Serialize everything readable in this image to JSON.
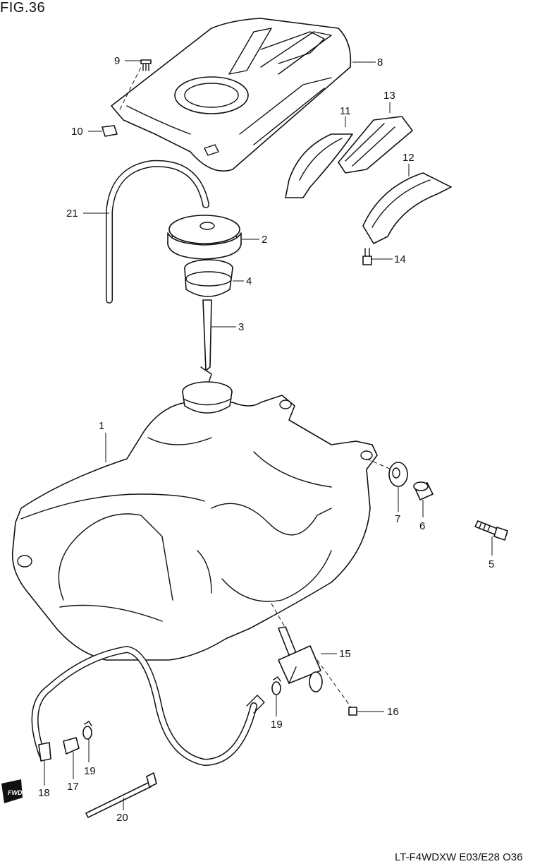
{
  "figure": {
    "title": "FIG.36",
    "footer": "LT-F4WDXW E03/E28 O36"
  },
  "fwd_badge": "FWD",
  "callouts": [
    {
      "id": "c1",
      "label": "1"
    },
    {
      "id": "c2",
      "label": "2"
    },
    {
      "id": "c3",
      "label": "3"
    },
    {
      "id": "c4",
      "label": "4"
    },
    {
      "id": "c5",
      "label": "5"
    },
    {
      "id": "c6",
      "label": "6"
    },
    {
      "id": "c7",
      "label": "7"
    },
    {
      "id": "c8",
      "label": "8"
    },
    {
      "id": "c9",
      "label": "9"
    },
    {
      "id": "c10",
      "label": "10"
    },
    {
      "id": "c11",
      "label": "11"
    },
    {
      "id": "c12",
      "label": "12"
    },
    {
      "id": "c13",
      "label": "13"
    },
    {
      "id": "c14",
      "label": "14"
    },
    {
      "id": "c15",
      "label": "15"
    },
    {
      "id": "c16",
      "label": "16"
    },
    {
      "id": "c17",
      "label": "17"
    },
    {
      "id": "c18",
      "label": "18"
    },
    {
      "id": "c19a",
      "label": "19"
    },
    {
      "id": "c19b",
      "label": "19"
    },
    {
      "id": "c20",
      "label": "20"
    },
    {
      "id": "c21",
      "label": "21"
    }
  ]
}
